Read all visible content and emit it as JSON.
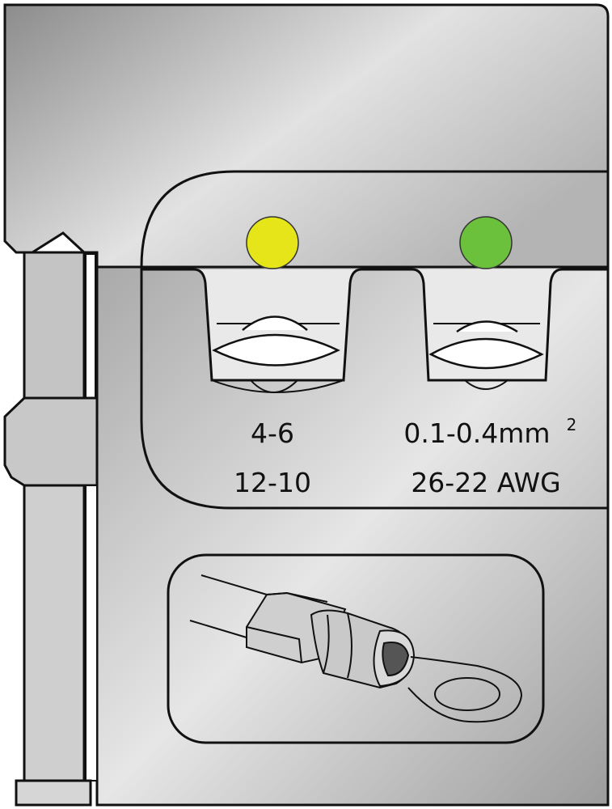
{
  "die": {
    "left_cavity": {
      "indicator_color": "#e5e51a",
      "size_mm2": "4-6",
      "size_awg": "12-10"
    },
    "right_cavity": {
      "indicator_color": "#6cc13c",
      "size_mm2": "0.1-0.4mm",
      "size_mm2_sup": "2",
      "size_awg": "26-22 AWG"
    }
  },
  "colors": {
    "metal_dark": "#8a8a8a",
    "metal_light": "#ececec",
    "outline": "#111111"
  }
}
